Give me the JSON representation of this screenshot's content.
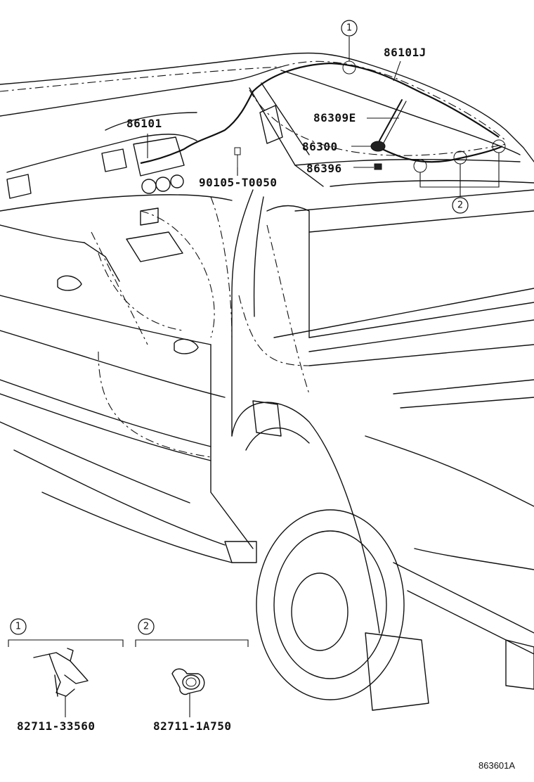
{
  "callouts": {
    "c1": "1",
    "c2": "2"
  },
  "parts": {
    "p86101J": "86101J",
    "p86309E": "86309E",
    "p86300": "86300",
    "p86396": "86396",
    "p86101": "86101",
    "p90105": "90105-T0050"
  },
  "detail_1": {
    "number": "1",
    "part": "82711-33560"
  },
  "detail_2": {
    "number": "2",
    "part": "82711-1A750"
  },
  "diagram_code": "863601A"
}
